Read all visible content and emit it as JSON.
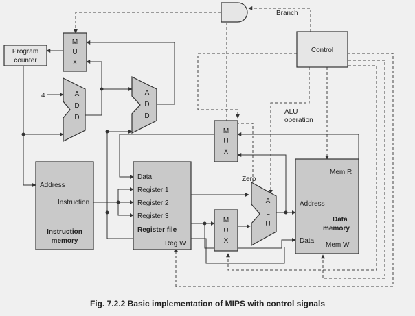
{
  "blocks": {
    "program_counter": [
      "Program",
      "counter"
    ],
    "mux_top": [
      "M",
      "U",
      "X"
    ],
    "mux_mid": [
      "M",
      "U",
      "X"
    ],
    "mux_low": [
      "M",
      "U",
      "X"
    ],
    "add_left": [
      "A",
      "D",
      "D"
    ],
    "add_right": [
      "A",
      "D",
      "D"
    ],
    "alu": [
      "A",
      "L",
      "U"
    ],
    "control": "Control",
    "instruction_memory": {
      "title": [
        "Instruction",
        "memory"
      ],
      "address": "Address",
      "instruction": "Instruction"
    },
    "register_file": {
      "title": "Register file",
      "data": "Data",
      "register1": "Register 1",
      "register2": "Register 2",
      "register3": "Register 3",
      "reg_w": "Reg W"
    },
    "data_memory": {
      "title": [
        "Data",
        "memory"
      ],
      "mem_r": "Mem R",
      "address": "Address",
      "data": "Data",
      "mem_w": "Mem W"
    }
  },
  "signals": {
    "branch": "Branch",
    "alu_operation": [
      "ALU",
      "operation"
    ],
    "zero": "Zero",
    "four": "4"
  },
  "caption": "Fig. 7.2.2 Basic implementation of MIPS with control signals"
}
